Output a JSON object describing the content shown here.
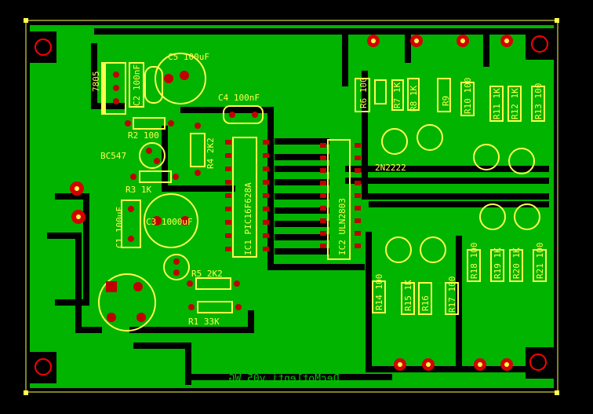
{
  "title": "DecMotlenti v05 WG",
  "colors": {
    "background": "#000000",
    "copper": "#00b400",
    "silkscreen": "#ffff4d",
    "pad": "#c00000",
    "mounting_hole": "#ff0000"
  },
  "labels": {
    "reg": "7805",
    "c1": "C1 100uF",
    "c2": "C2 100nF",
    "c3": "C3 1000uF",
    "c4": "C4 100nF",
    "c5": "C5 100uF",
    "r1": "R1 33K",
    "r2": "R2 100",
    "r3": "R3 1K",
    "r4": "R4 2K2",
    "r5": "R5 2K2",
    "r6": "R6 100",
    "r7": "R7 1K",
    "r8": "R8 1K",
    "r9": "R9",
    "r10": "R10 100",
    "r11": "R11 1K",
    "r12": "R12 1K",
    "r13": "R13 100",
    "r14": "R14 100",
    "r15": "R15 1K",
    "r16": "R16",
    "r17": "R17 100",
    "r18": "R18 100",
    "r19": "R19 1K",
    "r20": "R20 1K",
    "r21": "R21 100",
    "transistor": "BC547",
    "transistor2": "2N2222",
    "ic1": "IC1 PIC16F628A",
    "ic2": "IC2 ULN2803"
  }
}
